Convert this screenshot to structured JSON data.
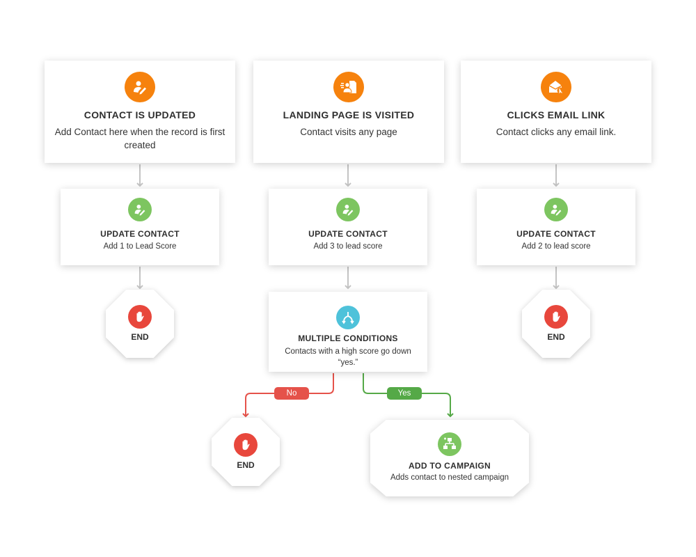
{
  "triggers": [
    {
      "title": "CONTACT IS UPDATED",
      "desc": "Add Contact here when the record is first created",
      "icon": "contact-edit-icon"
    },
    {
      "title": "LANDING PAGE IS VISITED",
      "desc": "Contact visits any page",
      "icon": "landing-page-icon"
    },
    {
      "title": "CLICKS EMAIL LINK",
      "desc": "Contact clicks any email link.",
      "icon": "email-click-icon"
    }
  ],
  "actions": [
    {
      "title": "UPDATE CONTACT",
      "desc": "Add 1 to Lead Score",
      "icon": "contact-edit-icon"
    },
    {
      "title": "UPDATE CONTACT",
      "desc": "Add 3 to lead score",
      "icon": "contact-edit-icon"
    },
    {
      "title": "UPDATE CONTACT",
      "desc": "Add 2 to lead score",
      "icon": "contact-edit-icon"
    }
  ],
  "end_label": "END",
  "condition": {
    "title": "MULTIPLE CONDITIONS",
    "desc": "Contacts with a high score go down “yes.”",
    "icon": "split-icon"
  },
  "branches": {
    "no": "No",
    "yes": "Yes"
  },
  "campaign": {
    "title": "ADD TO CAMPAIGN",
    "desc": "Adds contact to nested campaign",
    "icon": "campaign-tree-icon"
  },
  "colors": {
    "trigger": "#f6820d",
    "action": "#7dc560",
    "end": "#e8473c",
    "condition": "#4ec2da",
    "no": "#e5524a",
    "yes": "#55a947",
    "arrow": "#c4c4c4"
  }
}
